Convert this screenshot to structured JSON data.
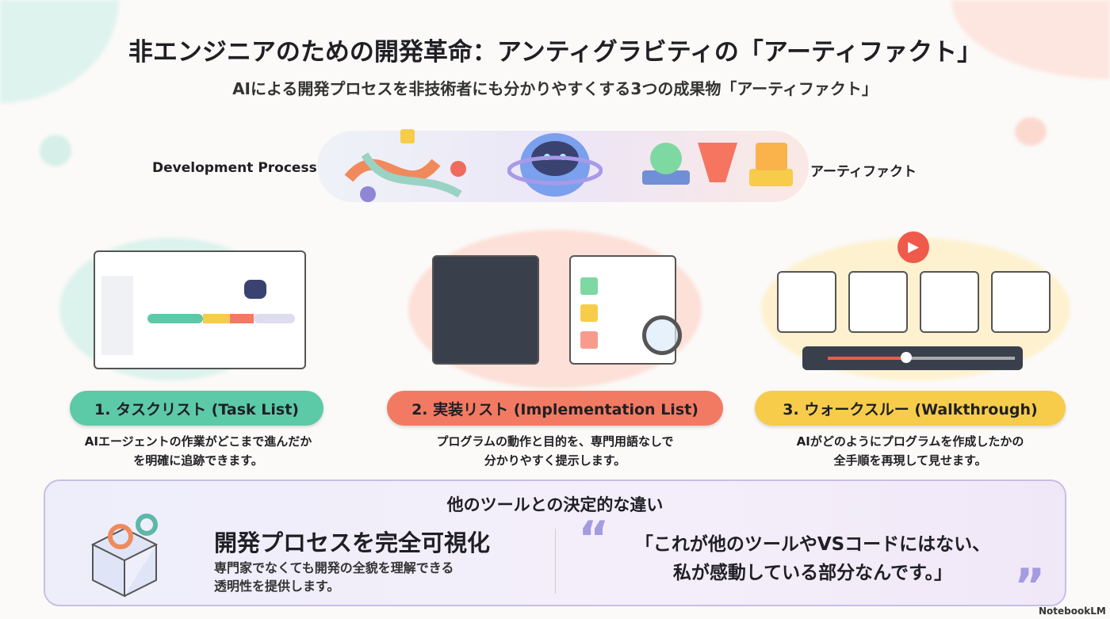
{
  "title": "非エンジニアのための開発革命：アンティグラビティの「アーティファクト」",
  "subtitle": "AIによる開発プロセスを非技術者にも分かりやすくする3つの成果物「アーティファクト」",
  "hero": {
    "left_label": "Development Process",
    "right_label": "アーティファクト"
  },
  "cards": [
    {
      "label": "1. タスクリスト (Task List)",
      "desc1": "AIエージェントの作業がどこまで進んだか",
      "desc2": "を明確に追跡できます。",
      "color": "#5cc9a7"
    },
    {
      "label": "2. 実装リスト (Implementation List)",
      "desc1": "プログラムの動作と目的を、専門用語なしで",
      "desc2": "分かりやすく提示します。",
      "color": "#f27a62"
    },
    {
      "label": "3. ウォークスルー (Walkthrough)",
      "desc1": "AIがどのようにプログラムを作成したかの",
      "desc2": "全手順を再現して見せます。",
      "color": "#f6cc4a"
    }
  ],
  "bottom": {
    "heading": "他のツールとの決定的な違い",
    "feature": "開発プロセスを完全可視化",
    "feature_desc1": "専門家でなくても開発の全貌を理解できる",
    "feature_desc2": "透明性を提供します。",
    "quote1": "「これが他のツールやVSコードにはない、",
    "quote2": "私が感動している部分なんです。」",
    "open_quote": "“",
    "close_quote": "”"
  },
  "footer": "NotebookLM"
}
